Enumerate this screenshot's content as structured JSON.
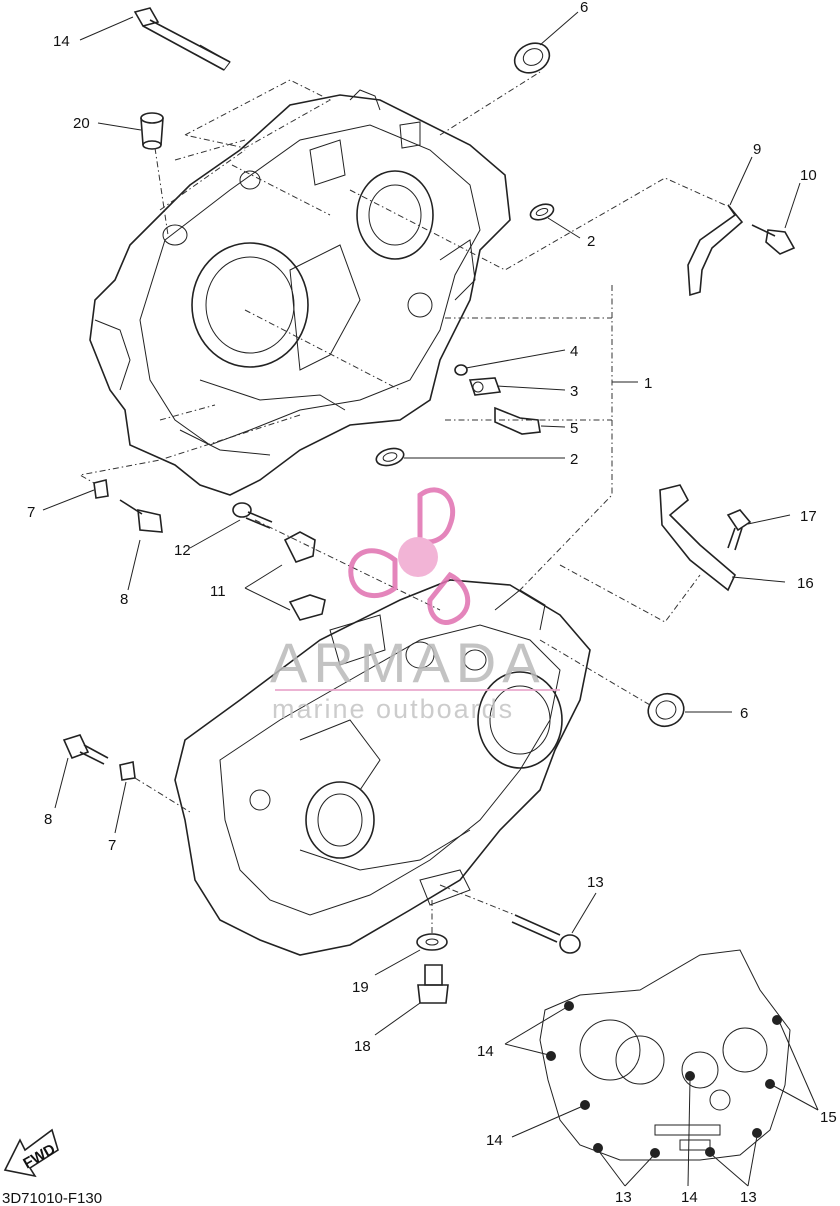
{
  "diagram_code": "3D71010-F130",
  "fwd_label": "FWD",
  "watermark": {
    "brand": "ARMADA",
    "tagline": "marine outboards",
    "color_pink": "#e070b0",
    "color_gray": "#b9b9b9"
  },
  "callouts": {
    "c1": "1",
    "c2a": "2",
    "c2b": "2",
    "c3": "3",
    "c4": "4",
    "c5": "5",
    "c6a": "6",
    "c6b": "6",
    "c7a": "7",
    "c7b": "7",
    "c8a": "8",
    "c8b": "8",
    "c9": "9",
    "c10": "10",
    "c11": "11",
    "c12": "12",
    "c13a": "13",
    "c13b": "13",
    "c13c": "13",
    "c14a": "14",
    "c14b": "14",
    "c14c": "14",
    "c14d": "14",
    "c15": "15",
    "c16": "16",
    "c17": "17",
    "c18": "18",
    "c19": "19",
    "c20": "20"
  }
}
